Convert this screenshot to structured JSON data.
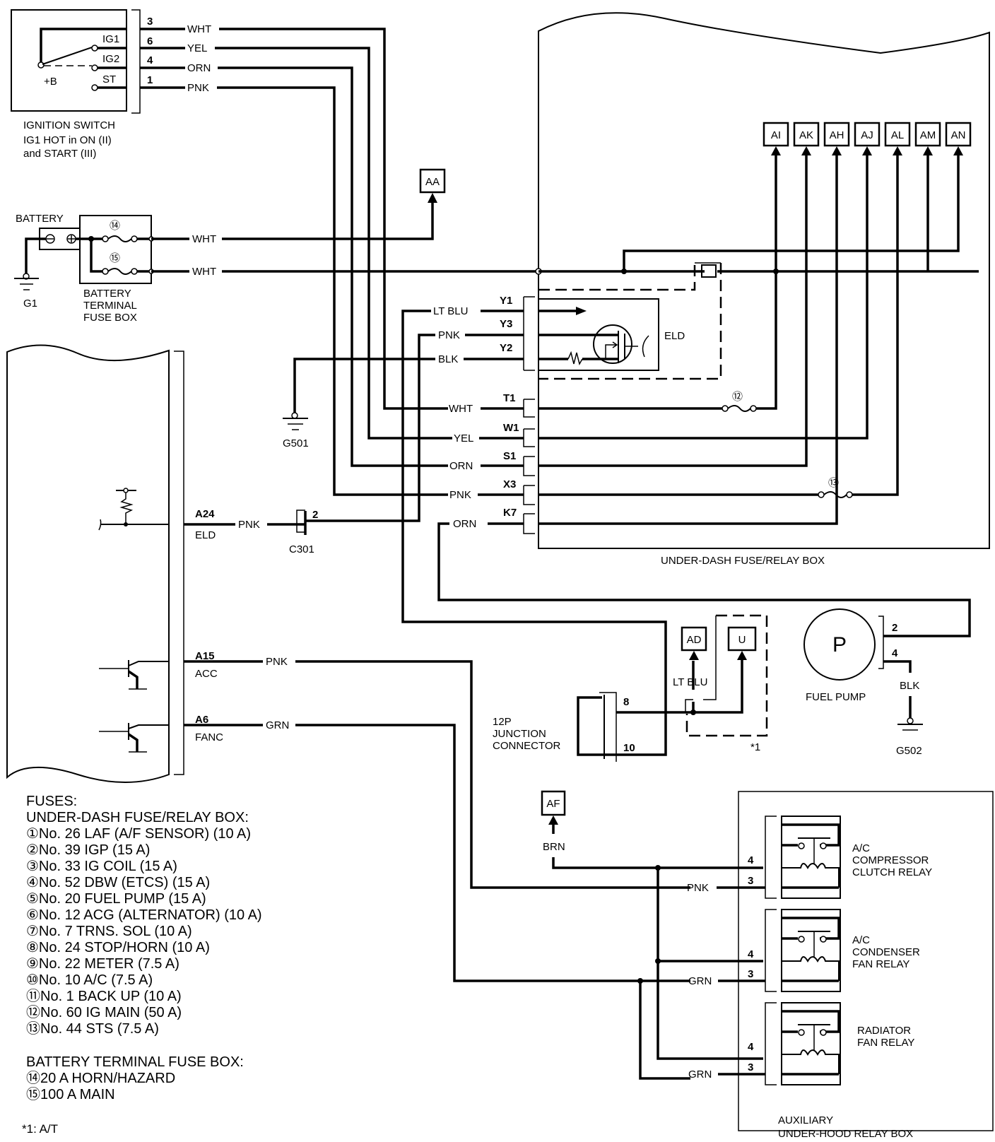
{
  "ignition_switch": {
    "title": "IGNITION SWITCH",
    "note_line1": "IG1 HOT in ON (II)",
    "note_line2": "and START (III)",
    "terminals": [
      {
        "name": "IG1",
        "pin": "6",
        "wire": "YEL"
      },
      {
        "name": "IG2",
        "pin": "4",
        "wire": "ORN"
      },
      {
        "name": "ST",
        "pin": "1",
        "wire": "PNK"
      }
    ],
    "b_plus": "+B",
    "top_pin": "3",
    "top_wire": "WHT"
  },
  "battery": {
    "label": "BATTERY",
    "ground": "G1",
    "fuse_box_label": [
      "BATTERY",
      "TERMINAL",
      "FUSE BOX"
    ],
    "fuse_a": "⑭",
    "fuse_b": "⑮",
    "wire_a": "WHT",
    "wire_b": "WHT"
  },
  "connectors": {
    "AA": "AA",
    "AI": "AI",
    "AK": "AK",
    "AH": "AH",
    "AJ": "AJ",
    "AL": "AL",
    "AM": "AM",
    "AN": "AN",
    "AD": "AD",
    "U": "U",
    "AF": "AF"
  },
  "eld": {
    "label": "ELD",
    "pins": [
      {
        "pin": "Y1",
        "wire": "LT BLU"
      },
      {
        "pin": "Y3",
        "wire": "PNK"
      },
      {
        "pin": "Y2",
        "wire": "BLK"
      }
    ],
    "ground": "G501"
  },
  "underdash": {
    "label": "UNDER-DASH FUSE/RELAY BOX",
    "pins": [
      {
        "pin": "T1",
        "wire": "WHT"
      },
      {
        "pin": "W1",
        "wire": "YEL"
      },
      {
        "pin": "S1",
        "wire": "ORN"
      },
      {
        "pin": "X3",
        "wire": "PNK"
      },
      {
        "pin": "K7",
        "wire": "ORN"
      }
    ],
    "fuse_12": "⑫",
    "fuse_13": "⑬"
  },
  "ecm": {
    "pins": [
      {
        "pin": "A24",
        "name": "ELD",
        "wire": "PNK"
      },
      {
        "pin": "A15",
        "name": "ACC",
        "wire": "PNK"
      },
      {
        "pin": "A6",
        "name": "FANC",
        "wire": "GRN"
      }
    ],
    "c301": "C301",
    "c301_pin": "2"
  },
  "junction": {
    "label": [
      "12P",
      "JUNCTION",
      "CONNECTOR"
    ],
    "pin_8": "8",
    "pin_10": "10",
    "wire": "LT BLU",
    "note": "*1"
  },
  "fuel_pump": {
    "symbol": "P",
    "label": "FUEL PUMP",
    "pin_2": "2",
    "pin_4": "4",
    "wire": "BLK",
    "ground": "G502"
  },
  "relays": {
    "box_label": [
      "AUXILIARY",
      "UNDER-HOOD RELAY BOX"
    ],
    "brn_wire": "BRN",
    "items": [
      {
        "label": [
          "A/C",
          "COMPRESSOR",
          "CLUTCH RELAY"
        ],
        "pin4": "4",
        "pin3": "3",
        "wire3": "PNK"
      },
      {
        "label": [
          "A/C",
          "CONDENSER",
          "FAN RELAY"
        ],
        "pin4": "4",
        "pin3": "3",
        "wire3": "GRN"
      },
      {
        "label": [
          "RADIATOR",
          "FAN RELAY"
        ],
        "pin4": "4",
        "pin3": "3",
        "wire3": "GRN"
      }
    ]
  },
  "legend": {
    "title": "FUSES:",
    "underdash_title": "UNDER-DASH FUSE/RELAY BOX:",
    "underdash_fuses": [
      "①No. 26 LAF (A/F SENSOR) (10 A)",
      "②No. 39 IGP (15 A)",
      "③No. 33 IG COIL (15 A)",
      "④No. 52 DBW (ETCS) (15 A)",
      "⑤No. 20 FUEL PUMP (15 A)",
      "⑥No. 12 ACG (ALTERNATOR) (10 A)",
      "⑦No. 7 TRNS. SOL (10 A)",
      "⑧No. 24 STOP/HORN (10 A)",
      "⑨No. 22 METER (7.5 A)",
      "⑩No. 10 A/C (7.5 A)",
      "⑪No. 1 BACK UP (10 A)",
      "⑫No. 60 IG MAIN (50 A)",
      "⑬No. 44 STS (7.5 A)"
    ],
    "battery_title": "BATTERY TERMINAL FUSE BOX:",
    "battery_fuses": [
      "⑭20 A HORN/HAZARD",
      "⑮100 A MAIN"
    ],
    "footnote": "*1: A/T"
  }
}
